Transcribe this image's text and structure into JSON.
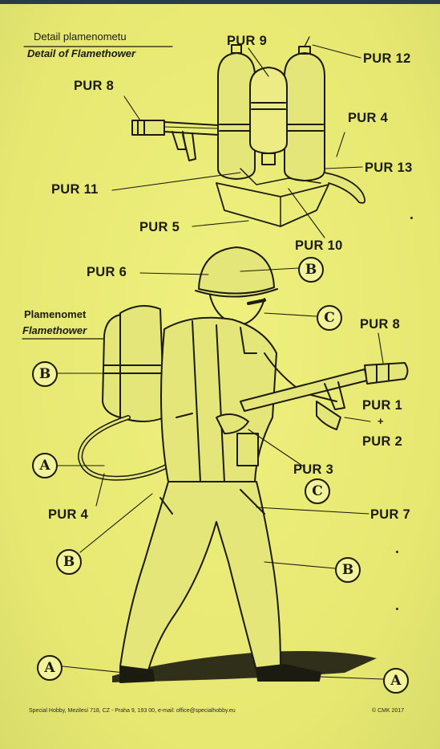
{
  "header": {
    "title_cz": "Detail plamenometu",
    "title_en": "Detail of Flamethower"
  },
  "figure_label": {
    "cz": "Plamenomet",
    "en": "Flamethower"
  },
  "parts": {
    "pur1": "PUR 1",
    "plus": "+",
    "pur2": "PUR 2",
    "pur3": "PUR 3",
    "pur4_detail": "PUR 4",
    "pur4_figure": "PUR 4",
    "pur5": "PUR 5",
    "pur6": "PUR 6",
    "pur7": "PUR 7",
    "pur8_detail": "PUR 8",
    "pur8_figure": "PUR 8",
    "pur9": "PUR 9",
    "pur10": "PUR 10",
    "pur11": "PUR 11",
    "pur12": "PUR 12",
    "pur13": "PUR 13"
  },
  "color_callouts": {
    "helmet": "B",
    "face": "C",
    "tanks": "B",
    "strap": "A",
    "glove": "C",
    "trousers_left": "B",
    "trousers_right": "B",
    "boot_left": "A",
    "boot_right": "A"
  },
  "footer": {
    "publisher": "Special Hobby, Mezilesí 718, CZ - Praha 9, 193 00, e-mail: office@specialhobby.eu",
    "copyright": "© CMK 2017"
  },
  "colors": {
    "paper": "#ecee7a",
    "ink": "#1c1b10",
    "background": "#1b2836"
  }
}
